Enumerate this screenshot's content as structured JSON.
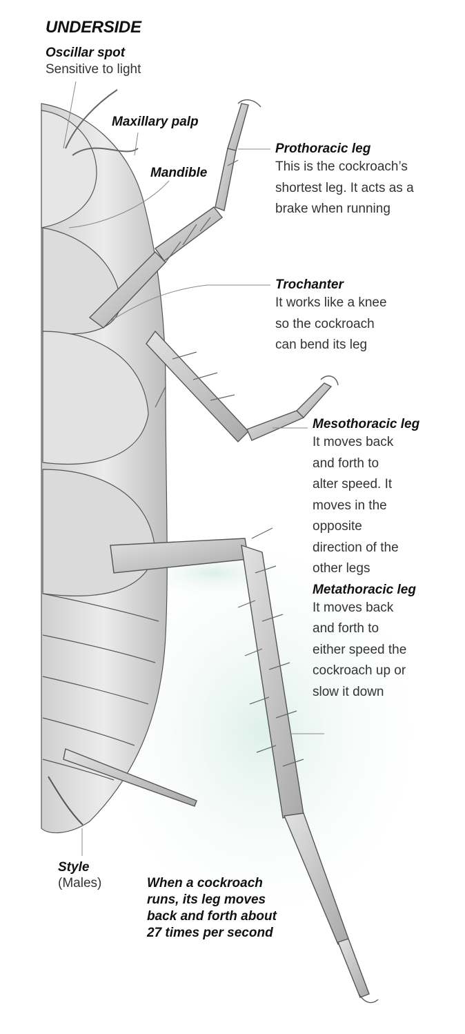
{
  "title": "UNDERSIDE",
  "oscillar": {
    "label": "Oscillar spot",
    "desc": "Sensitive to light"
  },
  "maxillary": {
    "label": "Maxillary palp"
  },
  "mandible": {
    "label": "Mandible"
  },
  "prothoracic": {
    "label": "Prothoracic leg",
    "desc": [
      "This is the cockroach’s",
      "shortest leg. It acts as a",
      "brake when running"
    ]
  },
  "trochanter": {
    "label": "Trochanter",
    "desc": [
      "It works like a knee",
      "so the cockroach",
      "can bend its leg"
    ]
  },
  "mesothoracic": {
    "label": "Mesothoracic leg",
    "desc": [
      "It moves back",
      "and forth to",
      "alter speed. It",
      "moves in the",
      "opposite",
      "direction of the",
      "other legs"
    ]
  },
  "metathoracic": {
    "label": "Metathoracic leg",
    "desc": [
      "It moves back",
      "and forth to",
      "either speed the",
      "cockroach up or",
      "slow it down"
    ]
  },
  "style": {
    "label": "Style",
    "desc": "(Males)"
  },
  "fact": {
    "lines": [
      "When a cockroach",
      "runs, its leg moves",
      "back and forth about",
      "27 times per second"
    ]
  },
  "colors": {
    "accent": "#5fbfa6",
    "ink": "#555555",
    "line": "#888888"
  }
}
